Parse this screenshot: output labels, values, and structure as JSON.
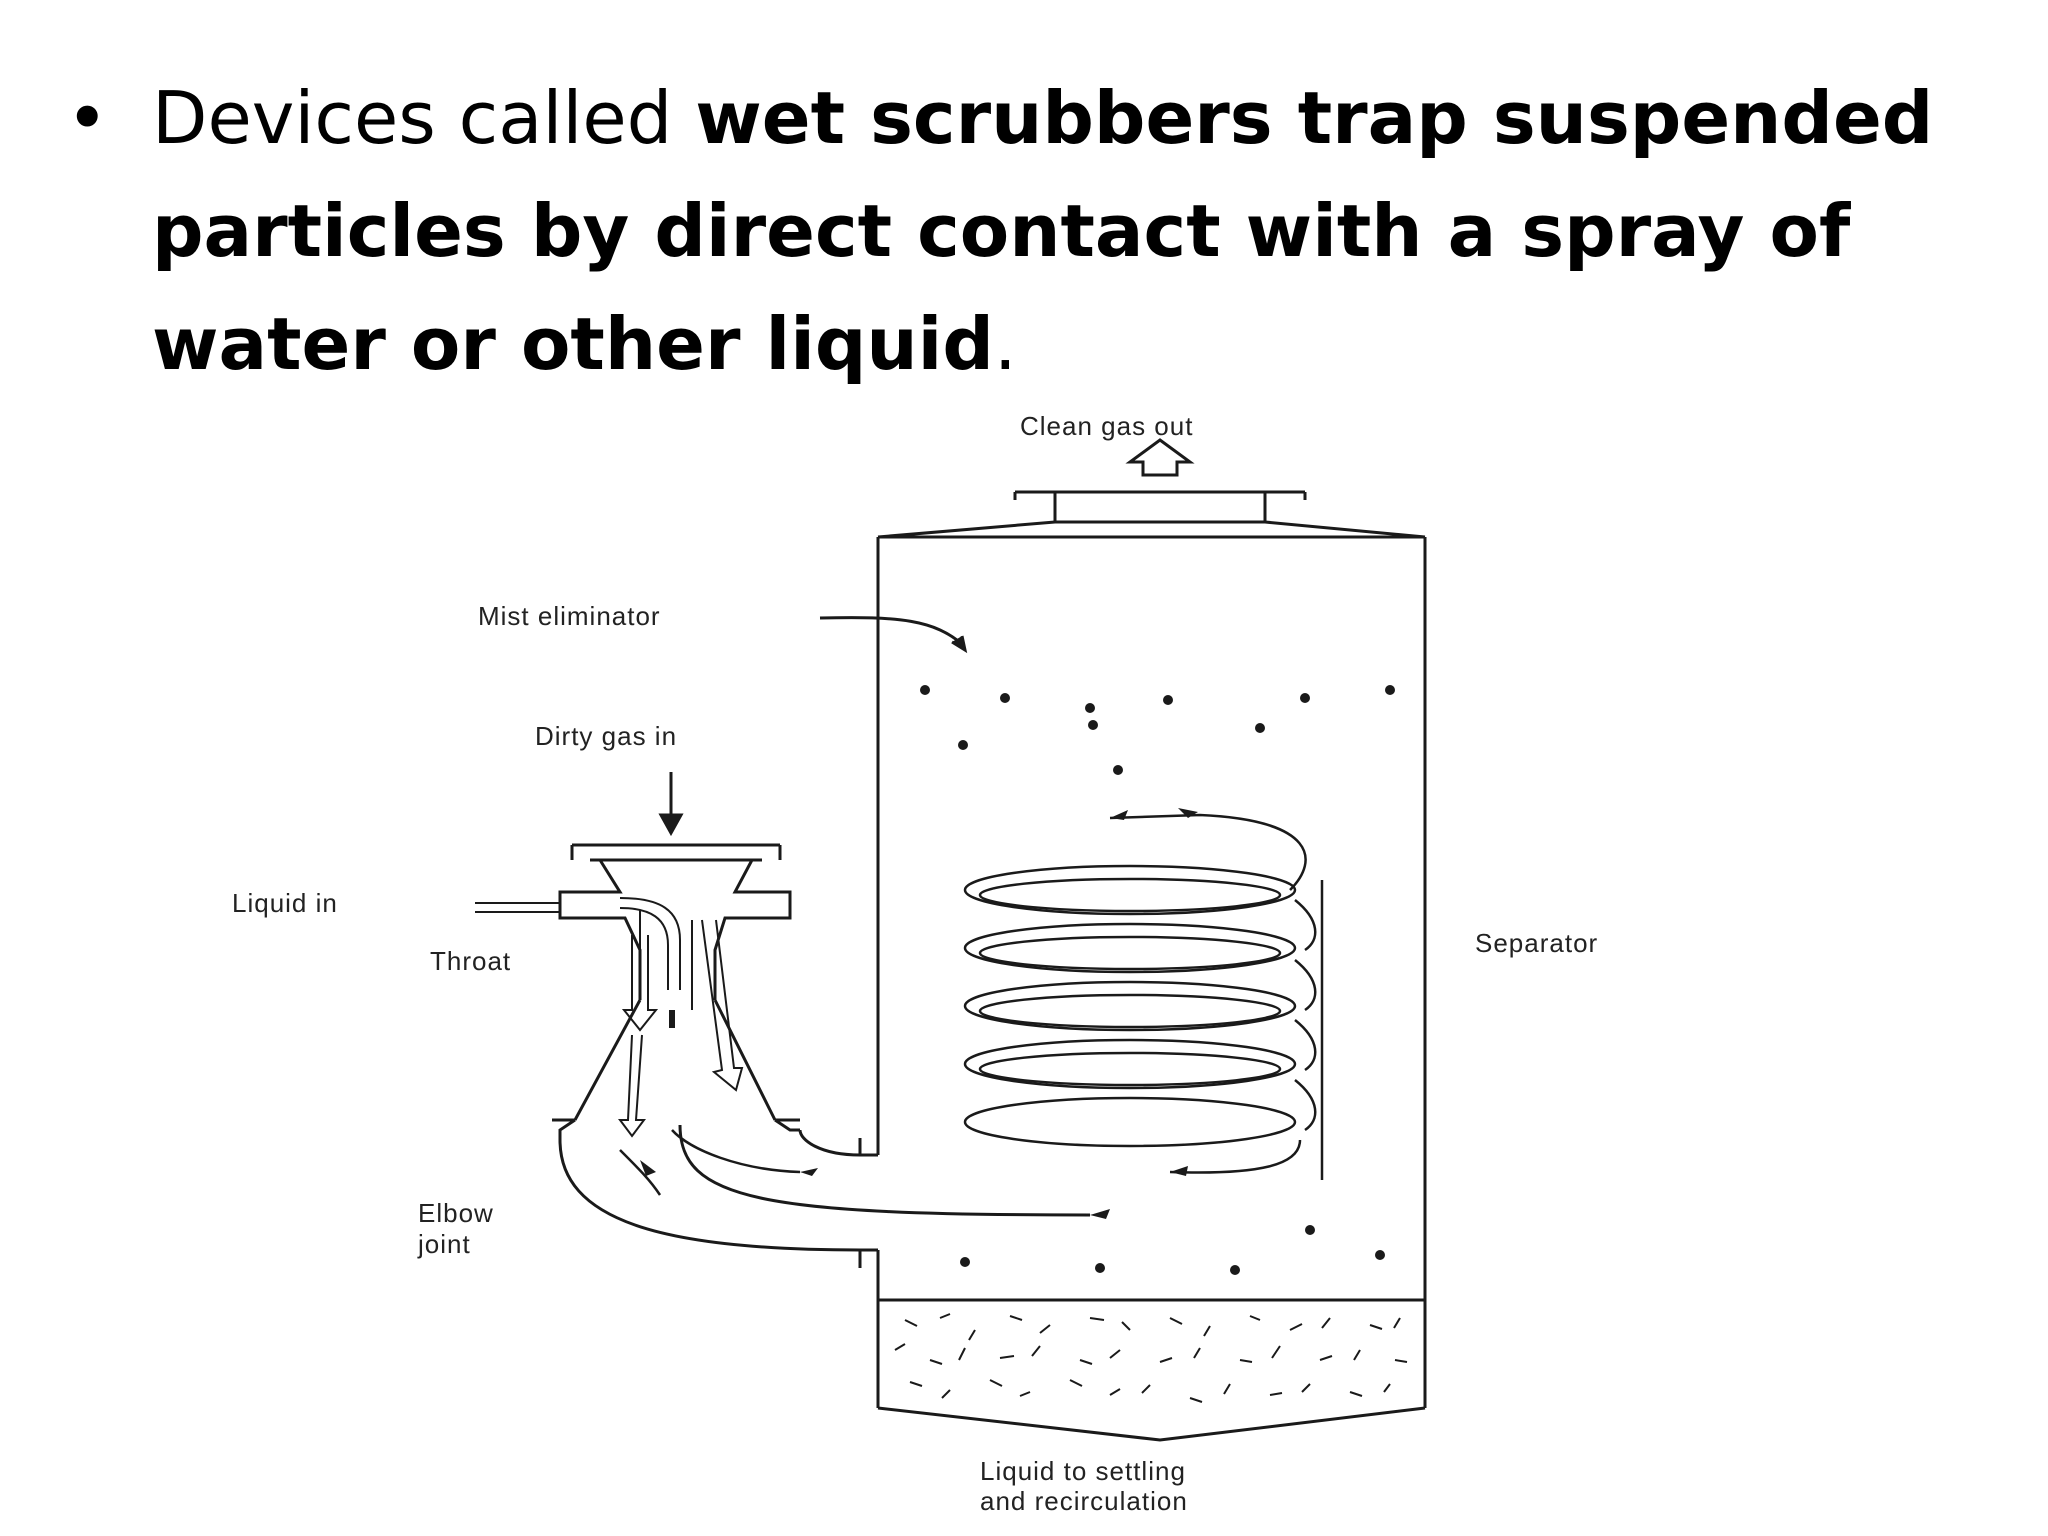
{
  "slide": {
    "bullet_symbol": "•",
    "text_intro": "Devices called ",
    "text_bold": "wet scrubbers trap suspended particles by direct contact with a spray of water or other liquid",
    "text_end": "."
  },
  "diagram": {
    "labels": {
      "clean_gas_out": "Clean gas out",
      "mist_eliminator": "Mist eliminator",
      "dirty_gas_in": "Dirty gas in",
      "liquid_in": "Liquid in",
      "throat": "Throat",
      "separator": "Separator",
      "elbow_line1": "Elbow",
      "elbow_line2": "joint",
      "liquid_out_line1": "Liquid to settling",
      "liquid_out_line2": "and recirculation"
    }
  }
}
